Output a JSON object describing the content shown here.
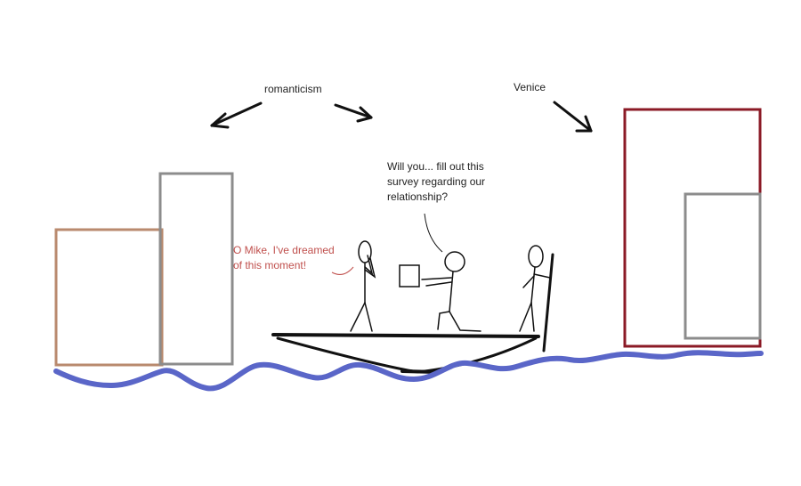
{
  "labels": {
    "romanticism": "romanticism",
    "venice": "Venice"
  },
  "speech": {
    "survey": "Will you... fill out this\nsurvey regarding our\nrelationship?",
    "dream": "O Mike, I've dreamed\nof this moment!"
  },
  "colors": {
    "ink": "#111111",
    "water": "#5a66c8",
    "building_tan": "#b98a6e",
    "building_gray": "#8c8c8c",
    "building_red": "#8b1a26",
    "dream_text": "#c0504d"
  }
}
